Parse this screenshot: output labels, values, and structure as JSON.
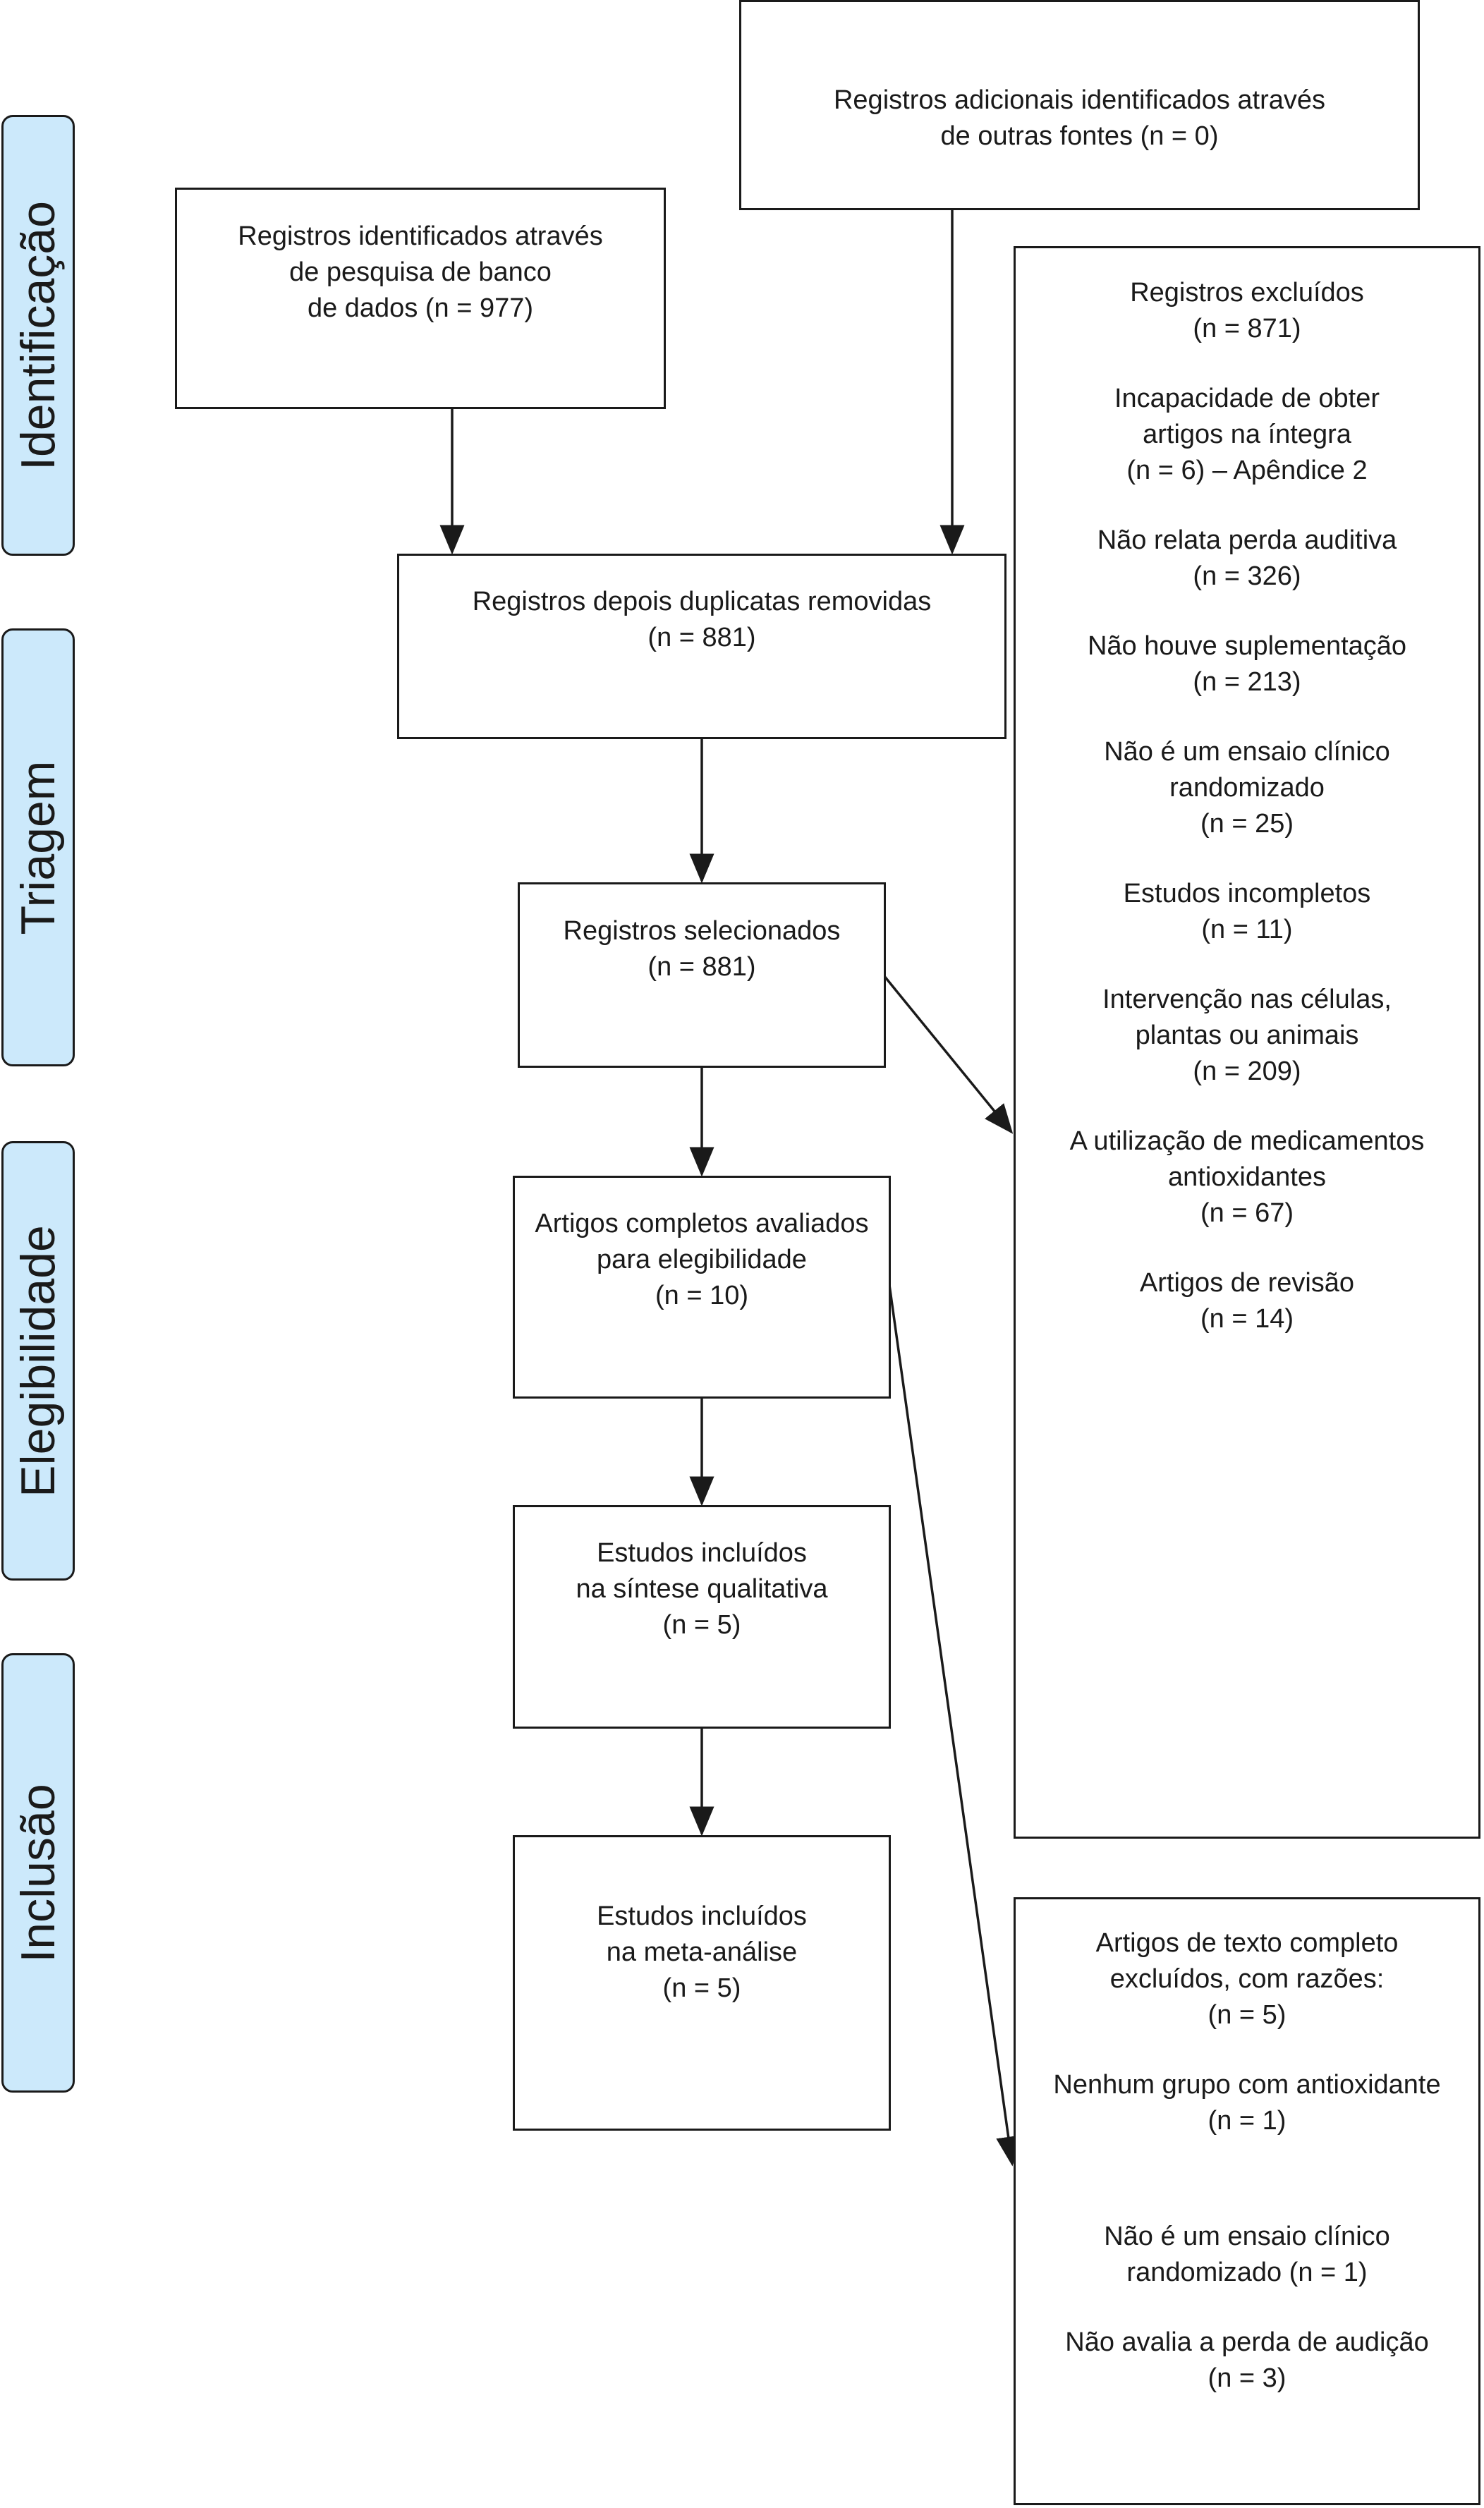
{
  "stages": {
    "identification": "Identificação",
    "screening": "Triagem",
    "eligibility": "Elegibilidade",
    "inclusion": "Inclusão"
  },
  "boxes": {
    "additional_records": [
      "Registros adicionais identificados através",
      "de outras fontes (n = 0)"
    ],
    "database_records": [
      "Registros identificados através",
      "de pesquisa de banco",
      "de dados (n = 977)"
    ],
    "duplicates_removed": [
      "Registros depois duplicatas removidas",
      "(n = 881)"
    ],
    "screened": [
      "Registros selecionados",
      "(n = 881)"
    ],
    "fulltext_assessed": [
      "Artigos completos avaliados",
      "para elegibilidade",
      "(n = 10)"
    ],
    "qualitative": [
      "Estudos incluídos",
      "na síntese qualitativa",
      "(n = 5)"
    ],
    "meta_analysis": [
      "Estudos incluídos",
      "na meta-análise",
      "(n = 5)"
    ]
  },
  "excluded_records": {
    "title": [
      "Registros excluídos",
      "(n = 871)"
    ],
    "reasons": [
      [
        "Incapacidade de obter",
        "artigos na íntegra",
        "(n = 6) – Apêndice 2"
      ],
      [
        "Não relata perda auditiva",
        "(n = 326)"
      ],
      [
        "Não houve suplementação",
        "(n = 213)"
      ],
      [
        "Não é um ensaio clínico",
        "randomizado",
        "(n = 25)"
      ],
      [
        "Estudos incompletos",
        "(n = 11)"
      ],
      [
        "Intervenção nas células,",
        "plantas ou animais",
        "(n = 209)"
      ],
      [
        "A utilização de medicamentos",
        "antioxidantes",
        "(n = 67)"
      ],
      [
        "Artigos de revisão",
        "(n = 14)"
      ]
    ]
  },
  "excluded_fulltext": {
    "title": [
      "Artigos de texto completo",
      "excluídos, com razões:",
      "(n = 5)"
    ],
    "reasons": [
      [
        "Nenhum grupo com antioxidante",
        "(n = 1)"
      ],
      [
        "Não é um ensaio clínico",
        "randomizado (n = 1)"
      ],
      [
        "Não avalia a perda de audição",
        "(n = 3)"
      ]
    ]
  },
  "colors": {
    "stage_fill": "#cce9fb",
    "stroke": "#1a1a1a",
    "background": "#ffffff"
  }
}
